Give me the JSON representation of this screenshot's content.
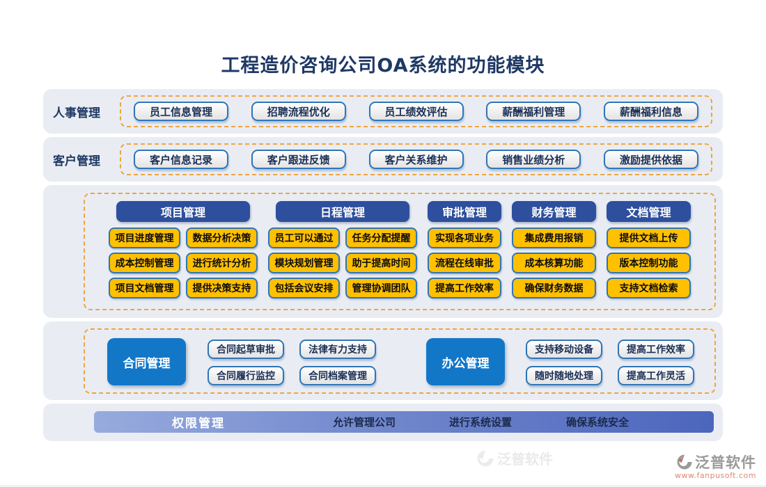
{
  "title": "工程造价咨询公司OA系统的功能模块",
  "rows": [
    {
      "label": "人事管理",
      "items": [
        "员工信息管理",
        "招聘流程优化",
        "员工绩效评估",
        "薪酬福利管理",
        "薪酬福利信息"
      ]
    },
    {
      "label": "客户管理",
      "items": [
        "客户信息记录",
        "客户跟进反馈",
        "客户关系维护",
        "销售业绩分析",
        "激励提供依据"
      ]
    }
  ],
  "matrix": {
    "groups": [
      {
        "header": "项目管理",
        "columns": [
          [
            "项目进度管理",
            "成本控制管理",
            "项目文档管理"
          ],
          [
            "数据分析决策",
            "进行统计分析",
            "提供决策支持"
          ]
        ]
      },
      {
        "header": "日程管理",
        "columns": [
          [
            "员工可以通过",
            "模块规划管理",
            "包括会议安排"
          ],
          [
            "任务分配提醒",
            "助于提高时间",
            "管理协调团队"
          ]
        ]
      },
      {
        "header": "审批管理",
        "columns": [
          [
            "实现各项业务",
            "流程在线审批",
            "提高工作效率"
          ]
        ]
      },
      {
        "header": "财务管理",
        "columns": [
          [
            "集成费用报销",
            "成本核算功能",
            "确保财务数据"
          ]
        ]
      },
      {
        "header": "文档管理",
        "columns": [
          [
            "提供文档上传",
            "版本控制功能",
            "支持文档检索"
          ]
        ]
      }
    ]
  },
  "blocks": [
    {
      "label": "合同管理",
      "items": [
        "合同起草审批",
        "法律有力支持",
        "合同履行监控",
        "合同档案管理"
      ]
    },
    {
      "label": "办公管理",
      "items": [
        "支持移动设备",
        "提高工作效率",
        "随时随地处理",
        "提高工作灵活"
      ]
    }
  ],
  "permission": {
    "label": "权限管理",
    "items": [
      "允许管理公司",
      "进行系统设置",
      "确保系统安全"
    ]
  },
  "watermark": {
    "text": "泛普软件"
  },
  "footer": {
    "brand": "泛普软件",
    "url": "www.fanpusoft.com"
  },
  "colors": {
    "title_navy": "#1F3864",
    "section_bg": "#E9EDF3",
    "dashed_orange": "#F0A43D",
    "button_border_blue": "#2E75B6",
    "header_blue": "#2D4F9E",
    "button_yellow": "#FFC000",
    "block_blue": "#1377C8",
    "bar_gradient_start": "#97ABDD",
    "bar_gradient_end": "#4C66BD",
    "footer_gray": "#9A9A9A",
    "footer_salmon": "#DD8873"
  }
}
